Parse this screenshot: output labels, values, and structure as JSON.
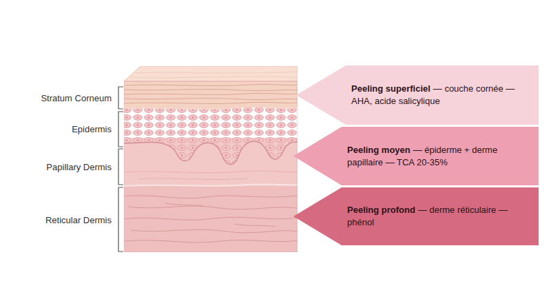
{
  "diagram": {
    "nodes": [
      {
        "text": [
          "Peeling superficiel",
          "— couche cornée — AHA, acide salicylique"
        ]
      },
      {
        "text": [
          "Peeling moyen",
          "— épiderme + derme papillaire — TCA 20-35%"
        ]
      },
      {
        "text": [
          "Peeling profond",
          "— derme réticulaire — phénol"
        ]
      }
    ],
    "labels": [
      "Stratum Corneum",
      "Epidermis",
      "Papillary Dermis",
      "Reticular Dermis"
    ]
  }
}
